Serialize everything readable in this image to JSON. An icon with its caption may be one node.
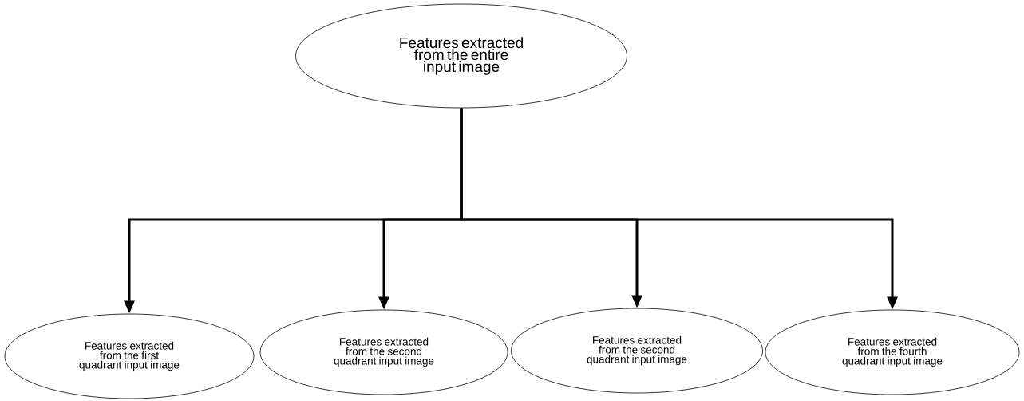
{
  "diagram": {
    "nodes": [
      {
        "text": [
          "Features extracted from the entire input image"
        ]
      },
      {
        "text": [
          "Features extracted from the first quadrant input image"
        ]
      },
      {
        "text": [
          "Features extracted from the second quadrant input image"
        ]
      },
      {
        "text": [
          "Features extracted from the second quadrant input image"
        ]
      },
      {
        "text": [
          "Features extracted from the fourth quadrant input image"
        ]
      }
    ],
    "edges": [
      {
        "from": 0,
        "to": 1,
        "arrow": "to"
      },
      {
        "from": 0,
        "to": 2,
        "arrow": "to"
      },
      {
        "from": 0,
        "to": 3,
        "arrow": "to"
      },
      {
        "from": 0,
        "to": 4,
        "arrow": "to"
      }
    ]
  }
}
